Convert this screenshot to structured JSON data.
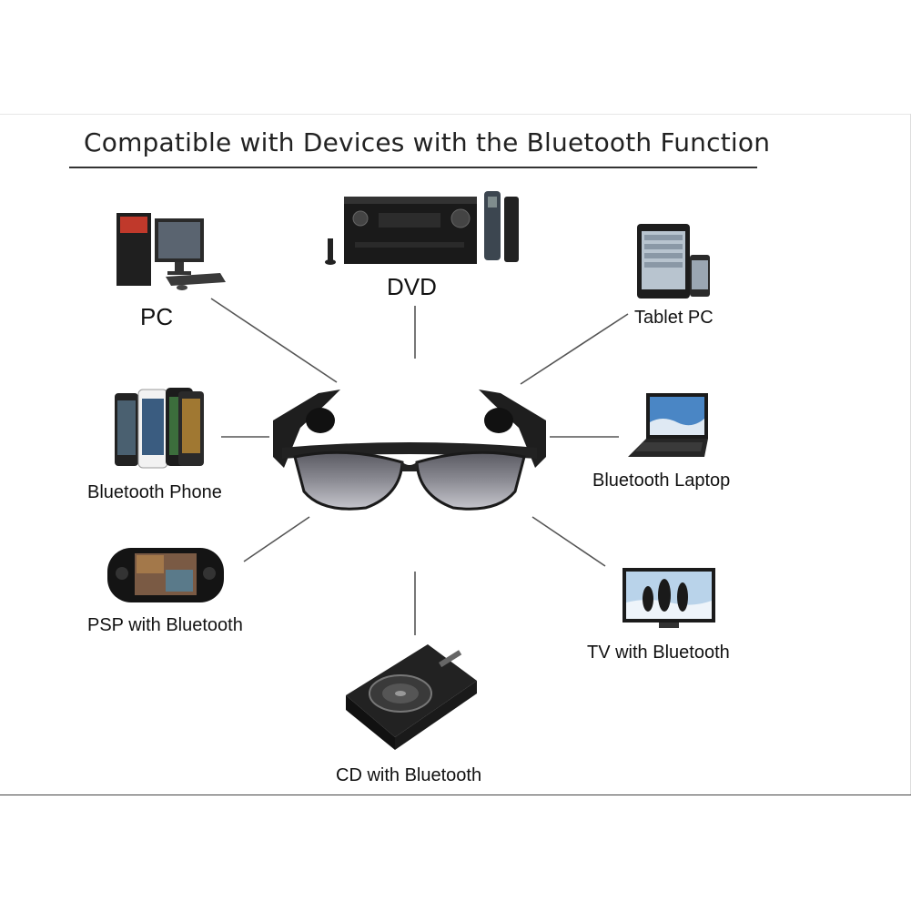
{
  "title": "Compatible with Devices with the Bluetooth Function",
  "center": {
    "icon": "bluetooth-sunglasses-icon"
  },
  "devices": [
    {
      "label": "PC",
      "icon": "desktop-pc-icon"
    },
    {
      "label": "DVD",
      "icon": "av-receiver-icon"
    },
    {
      "label": "Tablet PC",
      "icon": "tablet-phone-icon"
    },
    {
      "label": "Bluetooth Phone",
      "icon": "smartphones-icon"
    },
    {
      "label": "Bluetooth Laptop",
      "icon": "laptop-icon"
    },
    {
      "label": "PSP with Bluetooth",
      "icon": "handheld-console-icon"
    },
    {
      "label": "TV with Bluetooth",
      "icon": "tv-icon"
    },
    {
      "label": "CD with Bluetooth",
      "icon": "dj-cd-player-icon"
    }
  ],
  "colors": {
    "line": "#555555",
    "text": "#111111"
  }
}
